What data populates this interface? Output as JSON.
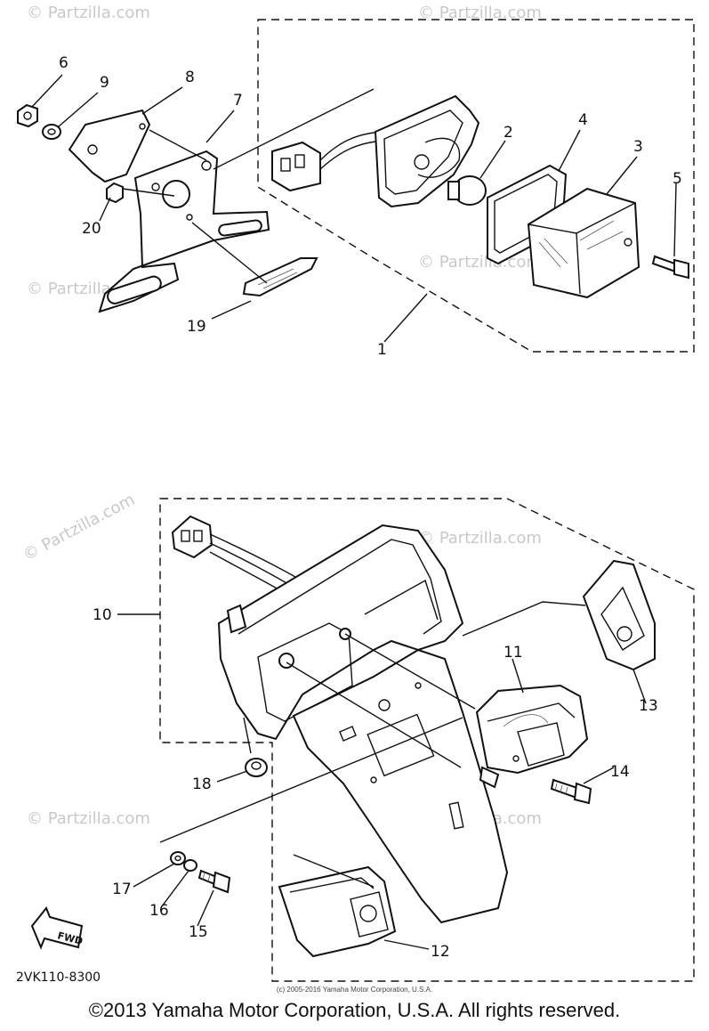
{
  "watermark": "© Partzilla.com",
  "diagram_code": "2VK110-8300",
  "fwd_label": "FWD",
  "callouts": {
    "c1": "1",
    "c2": "2",
    "c3": "3",
    "c4": "4",
    "c5": "5",
    "c6": "6",
    "c7": "7",
    "c8": "8",
    "c9": "9",
    "c10": "10",
    "c11": "11",
    "c12": "12",
    "c13": "13",
    "c14": "14",
    "c15": "15",
    "c16": "16",
    "c17": "17",
    "c18": "18",
    "c19": "19",
    "c20": "20"
  },
  "small_copyright": "(c) 2005-2016 Yamaha Motor Corporation, U.S.A.",
  "copyright": "©2013 Yamaha Motor Corporation, U.S.A. All rights reserved."
}
